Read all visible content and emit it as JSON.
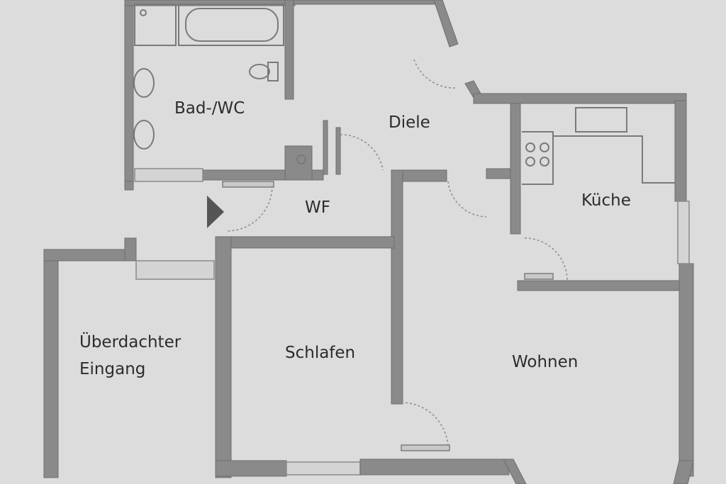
{
  "rooms": {
    "bath": "Bad-/WC",
    "hall": "Diele",
    "wardrobe": "WF",
    "kitchen": "Küche",
    "entrance_line1": "Überdachter",
    "entrance_line2": "Eingang",
    "bedroom": "Schlafen",
    "living": "Wohnen"
  },
  "colors": {
    "paper": "#dcdcdc",
    "wall": "#8a8a8a",
    "text": "#2c2c2c",
    "arrow": "#555555"
  },
  "icons": [
    "entrance-arrow-icon",
    "bathtub-icon",
    "toilet-icon",
    "washbasin-icon",
    "stove-icon",
    "sink-icon"
  ]
}
